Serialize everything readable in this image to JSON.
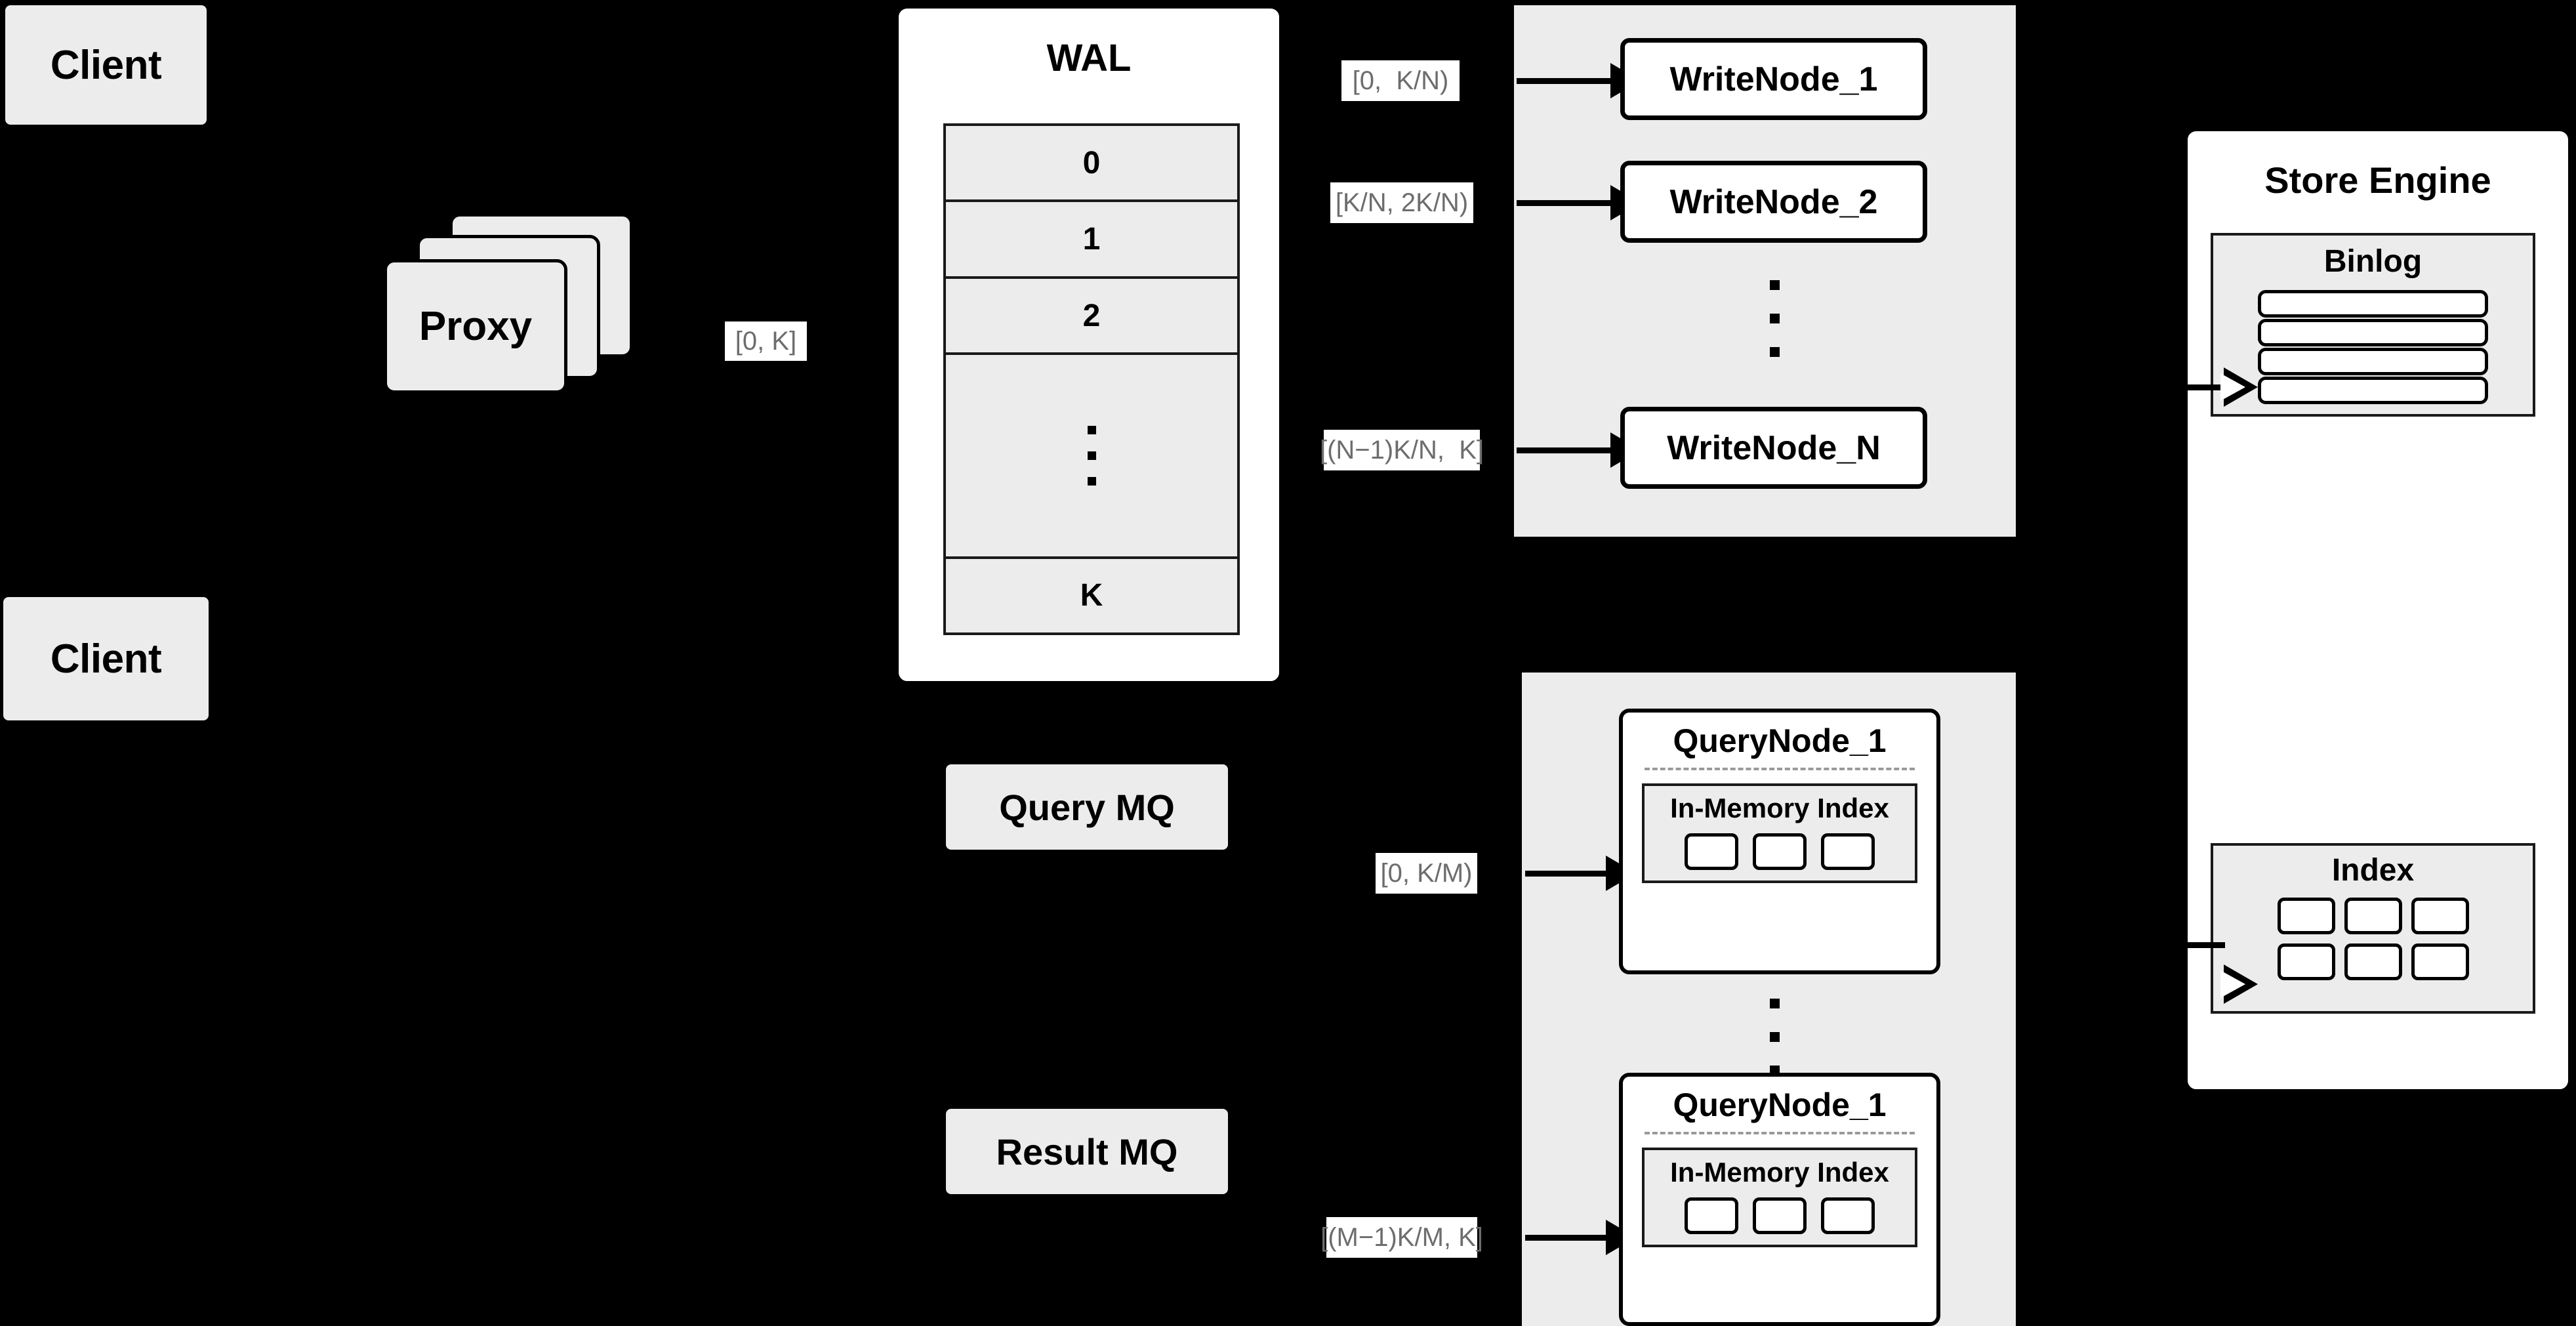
{
  "diagram": {
    "title": "Distributed Write/Query Architecture",
    "background": "#000000",
    "colors": {
      "panel_grey": "#ececec",
      "panel_white": "#ffffff",
      "stroke": "#000000",
      "label_text": "#6d6d6d",
      "dashed_sep": "#9a9a9a"
    }
  },
  "clients": [
    {
      "label": "Client"
    },
    {
      "label": "Client"
    }
  ],
  "proxy": {
    "label": "Proxy",
    "stack_count": 3
  },
  "proxy_edge": {
    "label": "[0, K]"
  },
  "wal": {
    "title": "WAL",
    "rows": [
      "0",
      "1",
      "2"
    ],
    "gap_dots": 3,
    "last_row": "K"
  },
  "write_cluster": {
    "nodes": [
      {
        "label": "WriteNode_1",
        "range": "[0,  K/N)"
      },
      {
        "label": "WriteNode_2",
        "range": "[K/N, 2K/N)"
      },
      {
        "label": "WriteNode_N",
        "range": "[(N−1)K/N,  K]"
      }
    ],
    "gap_dots": 3
  },
  "query_mq": {
    "label": "Query MQ"
  },
  "result_mq": {
    "label": "Result MQ"
  },
  "query_cluster": {
    "nodes": [
      {
        "label": "QueryNode_1",
        "range": "[0, K/M)",
        "inner_title": "In-Memory Index",
        "cells": 3
      },
      {
        "label": "QueryNode_1",
        "range": "[(M−1)K/M, K]",
        "inner_title": "In-Memory Index",
        "cells": 3
      }
    ],
    "gap_dots": 3
  },
  "store_engine": {
    "title": "Store Engine",
    "binlog": {
      "title": "Binlog",
      "rows": 4
    },
    "index": {
      "title": "Index",
      "cells": 6
    }
  }
}
